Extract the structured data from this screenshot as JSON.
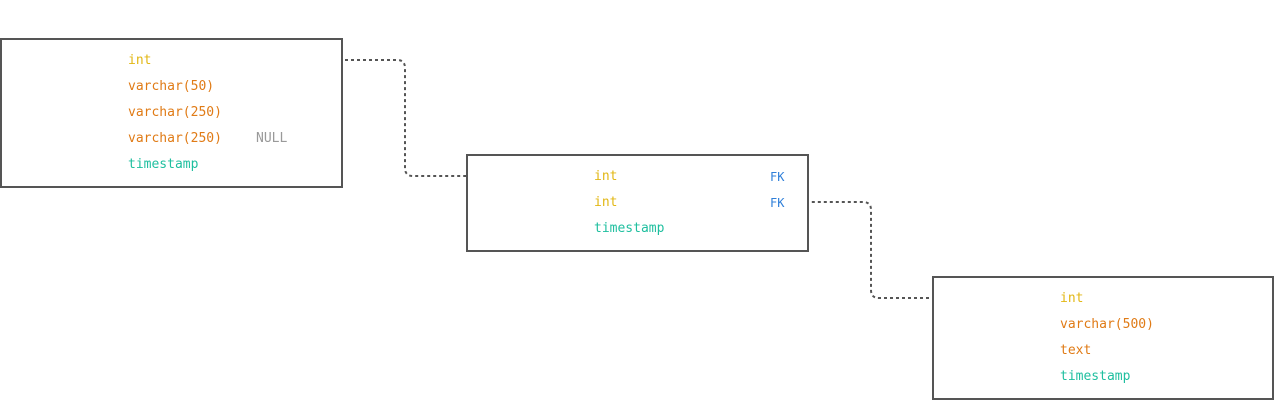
{
  "colors": {
    "border": "#555555",
    "connector": "#555555",
    "int": "#e2b714",
    "varchar": "#e07b16",
    "text": "#e07b16",
    "timestamp": "#1fbf9f",
    "null": "#9a9a9a",
    "fk": "#2f7fd9"
  },
  "tables": [
    {
      "columns": [
        {
          "type": "int",
          "extra": "",
          "key": ""
        },
        {
          "type": "varchar(50)",
          "extra": "",
          "key": ""
        },
        {
          "type": "varchar(250)",
          "extra": "",
          "key": ""
        },
        {
          "type": "varchar(250)",
          "extra": "NULL",
          "key": ""
        },
        {
          "type": "timestamp",
          "extra": "",
          "key": ""
        }
      ]
    },
    {
      "columns": [
        {
          "type": "int",
          "extra": "",
          "key": "FK"
        },
        {
          "type": "int",
          "extra": "",
          "key": "FK"
        },
        {
          "type": "timestamp",
          "extra": "",
          "key": ""
        }
      ]
    },
    {
      "columns": [
        {
          "type": "int",
          "extra": "",
          "key": ""
        },
        {
          "type": "varchar(500)",
          "extra": "",
          "key": ""
        },
        {
          "type": "text",
          "extra": "",
          "key": ""
        },
        {
          "type": "timestamp",
          "extra": "",
          "key": ""
        }
      ]
    }
  ]
}
